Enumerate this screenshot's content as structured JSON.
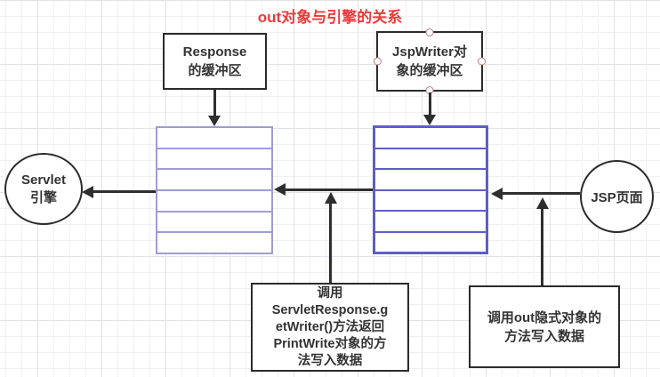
{
  "title": {
    "text": "out对象与引擎的关系",
    "color": "#ee3a3a"
  },
  "nodes": {
    "response_buffer": {
      "label": "Response\n的缓冲区"
    },
    "jspwriter_buffer": {
      "label": "JspWriter对\n象的缓冲区"
    },
    "servlet_engine": {
      "label": "Servlet\n引擎"
    },
    "jsp_page": {
      "label": "JSP页面"
    },
    "printwriter_note": {
      "label": "调用\nServletResponse.g\netWriter()方法返回\nPrintWrite对象的方\n法写入数据"
    },
    "out_note": {
      "label": "调用out隐式对象的\n方法写入数据"
    }
  },
  "stacks": {
    "response_buffer_stack": {
      "rows": 6,
      "border_color": "#9d9dd3"
    },
    "jspwriter_buffer_stack": {
      "rows": 6,
      "border_color": "#5e5ec9"
    }
  },
  "colors": {
    "selection_handle": "#b97e7e",
    "connector_line": "#2e2e2e"
  }
}
